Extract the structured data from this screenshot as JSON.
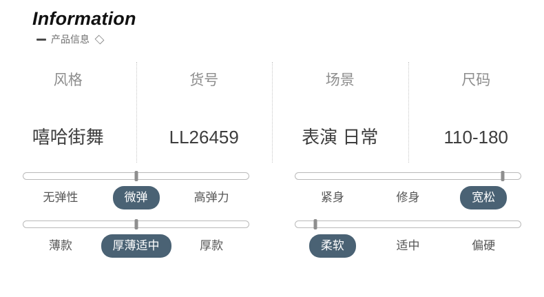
{
  "header": {
    "title": "Information",
    "subtitle": "产品信息",
    "dash_icon": "dash-icon",
    "diamond_icon": "diamond-icon"
  },
  "info_table": {
    "columns": [
      {
        "header": "风格",
        "value": "嘻哈街舞"
      },
      {
        "header": "货号",
        "value": "LL26459"
      },
      {
        "header": "场景",
        "value": "表演 日常"
      },
      {
        "header": "尺码",
        "value": "110-180"
      }
    ]
  },
  "sliders": [
    {
      "name": "elasticity",
      "thumb_percent": 50,
      "options": [
        {
          "label": "无弹性",
          "selected": false
        },
        {
          "label": "微弹",
          "selected": true
        },
        {
          "label": "高弹力",
          "selected": false
        }
      ]
    },
    {
      "name": "fit",
      "thumb_percent": 92,
      "options": [
        {
          "label": "紧身",
          "selected": false
        },
        {
          "label": "修身",
          "selected": false
        },
        {
          "label": "宽松",
          "selected": true
        }
      ]
    },
    {
      "name": "thickness",
      "thumb_percent": 50,
      "options": [
        {
          "label": "薄款",
          "selected": false
        },
        {
          "label": "厚薄适中",
          "selected": true
        },
        {
          "label": "厚款",
          "selected": false
        }
      ]
    },
    {
      "name": "softness",
      "thumb_percent": 9,
      "options": [
        {
          "label": "柔软",
          "selected": true
        },
        {
          "label": "适中",
          "selected": false
        },
        {
          "label": "偏硬",
          "selected": false
        }
      ]
    }
  ],
  "colors": {
    "selected_pill": "#4a6274",
    "header_text": "#8d8d8d",
    "value_text": "#3d3d3d",
    "option_text": "#555555",
    "track_border": "#b9b9b9",
    "thumb": "#8e8e8e",
    "divider": "#c6c6c6"
  }
}
